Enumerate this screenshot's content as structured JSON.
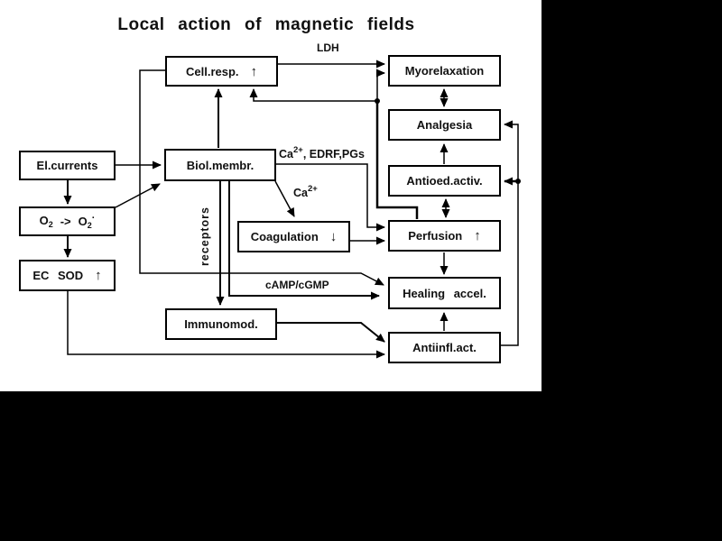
{
  "title": "Local action of magnetic fields",
  "nodes": {
    "cell_resp": {
      "label": "Cell.resp.",
      "icon": "↑"
    },
    "myorelaxation function": {
      "label": "Myorelaxation"
    },
    "myorelaxation": {
      "label": "Myorelaxation"
    },
    "analgesia": {
      "label": "Analgesia"
    },
    "el_currents": {
      "label": "El.currents"
    },
    "biol_membr": {
      "label": "Biol.membr."
    },
    "antioed": {
      "label": "Antioed.activ."
    },
    "o2": {
      "o": "O",
      "sub": "2",
      "arrow": "->",
      "o2": "O",
      "sub2": "2",
      "dot": "·"
    },
    "coagulation": {
      "label": "Coagulation",
      "icon": "↓"
    },
    "perfusion": {
      "label": "Perfusion",
      "icon": "↑"
    },
    "ec_sod": {
      "label": "EC SOD",
      "icon": "↑"
    },
    "healing": {
      "label": "Healing accel."
    },
    "immunomod": {
      "label": "Immunomod."
    },
    "antiinfl": {
      "label": "Antiinfl.act."
    }
  },
  "edge_labels": {
    "ldh": "LDH",
    "ca_edrf": {
      "base": "Ca",
      "sup": "2+",
      "rest": ", EDRF,PGs"
    },
    "ca": {
      "base": "Ca",
      "sup": "2+"
    },
    "receptors": "receptors",
    "camp_cgmp": "cAMP/cGMP"
  },
  "colors": {
    "ink": "#000000",
    "paper": "#ffffff",
    "surround": "#000000"
  }
}
